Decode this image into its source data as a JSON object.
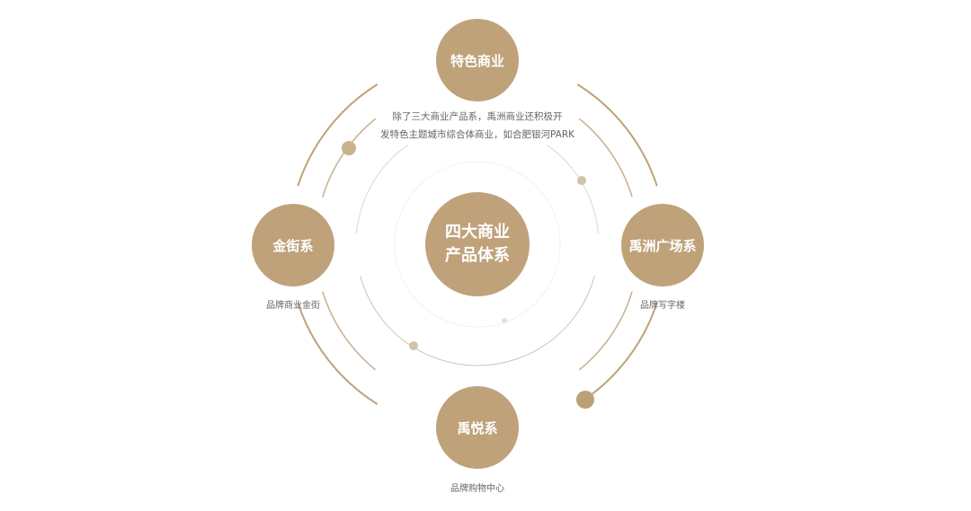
{
  "center": {
    "line1": "四大商业",
    "line2": "产品体系"
  },
  "nodes": {
    "top": {
      "title": "特色商业",
      "caption_line1": "除了三大商业产品系，禹洲商业还积极开",
      "caption_line2": "发特色主题城市综合体商业，如合肥银河PARK"
    },
    "left": {
      "title": "金街系",
      "caption": "品牌商业金街"
    },
    "right": {
      "title": "禹洲广场系",
      "caption": "品牌写字楼"
    },
    "bottom": {
      "title": "禹悦系",
      "caption": "品牌购物中心"
    }
  },
  "colors": {
    "accent": "#bfa27a",
    "ring": "#d6d6d6"
  }
}
